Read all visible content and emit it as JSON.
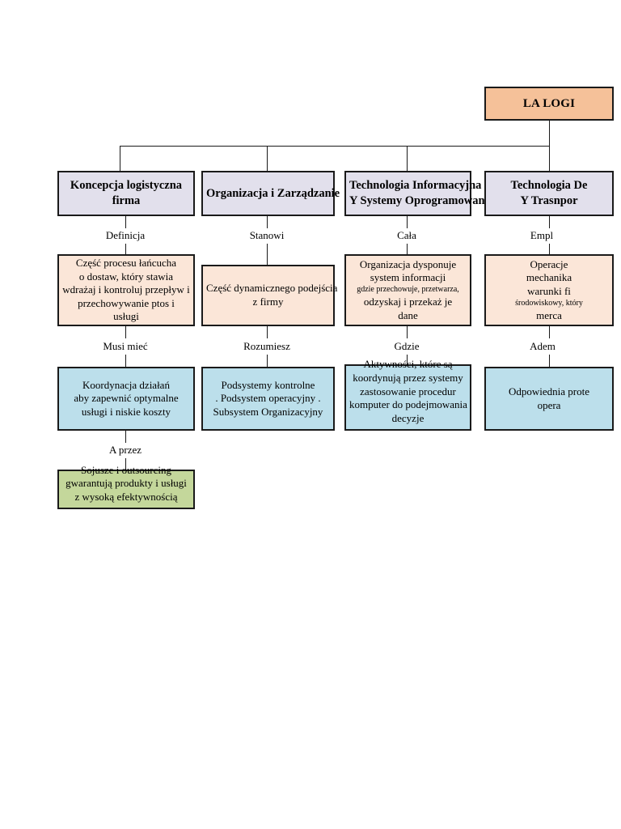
{
  "diagram": {
    "title_box": {
      "label": "LA LOGI"
    },
    "columns": [
      {
        "header": [
          "Koncepcja logistyczna",
          "firma"
        ],
        "edge_label_1": "Definicja",
        "description": [
          "Część procesu łańcucha",
          "o dostaw, który stawia",
          "wdrażaj i kontroluj przepływ i",
          "przechowywanie ptos i",
          "usługi"
        ],
        "edge_label_2": "Musi mieć",
        "detail": [
          "Koordynacja działań",
          "aby zapewnić optymalne",
          "usługi i niskie koszty"
        ]
      },
      {
        "header": [
          "Organizacja i Zarządzanie"
        ],
        "edge_label_1": "Stanowi",
        "description": [
          "Część dynamicznego podejścia",
          "z firmy"
        ],
        "edge_label_2": "Rozumiesz",
        "detail": [
          "Podsystemy kontrolne",
          ". Podsystem operacyjny .",
          "Subsystem Organizacyjny"
        ]
      },
      {
        "header": [
          "Technologia Informacyjna",
          "Y Systemy Oprogramowania"
        ],
        "edge_label_1": "Cała",
        "description": [
          "Organizacja dysponuje",
          "system informacji",
          "gdzie przechowuje, przetwarza,",
          "odzyskaj i przekaż je",
          "dane"
        ],
        "edge_label_2": "Gdzie",
        "detail": [
          "Aktywności, które są",
          "koordynują przez systemy",
          "zastosowanie procedur",
          "komputer do podejmowania",
          "decyzje"
        ]
      },
      {
        "header": [
          "Technologia De",
          "Y Trasnpor"
        ],
        "edge_label_1": "Empl",
        "description": [
          "Operacje",
          "mechanika",
          "warunki fi",
          "środowiskowy, który",
          "",
          "merca"
        ],
        "edge_label_2": "Adem",
        "detail": [
          "Odpowiednia prote",
          "opera"
        ]
      }
    ],
    "final_edge_label": "A przez",
    "final_box": [
      "Sojusze i outsourcing",
      "gwarantują produkty i usługi",
      "z wysoką efektywnością"
    ],
    "colors": {
      "title_fill": "#f5c199",
      "header_fill": "#e2e0ec",
      "description_fill": "#fbe6d8",
      "detail_fill": "#bcdfeb",
      "final_fill": "#c4d79b",
      "border": "#1a1a1a",
      "background": "#ffffff"
    }
  }
}
